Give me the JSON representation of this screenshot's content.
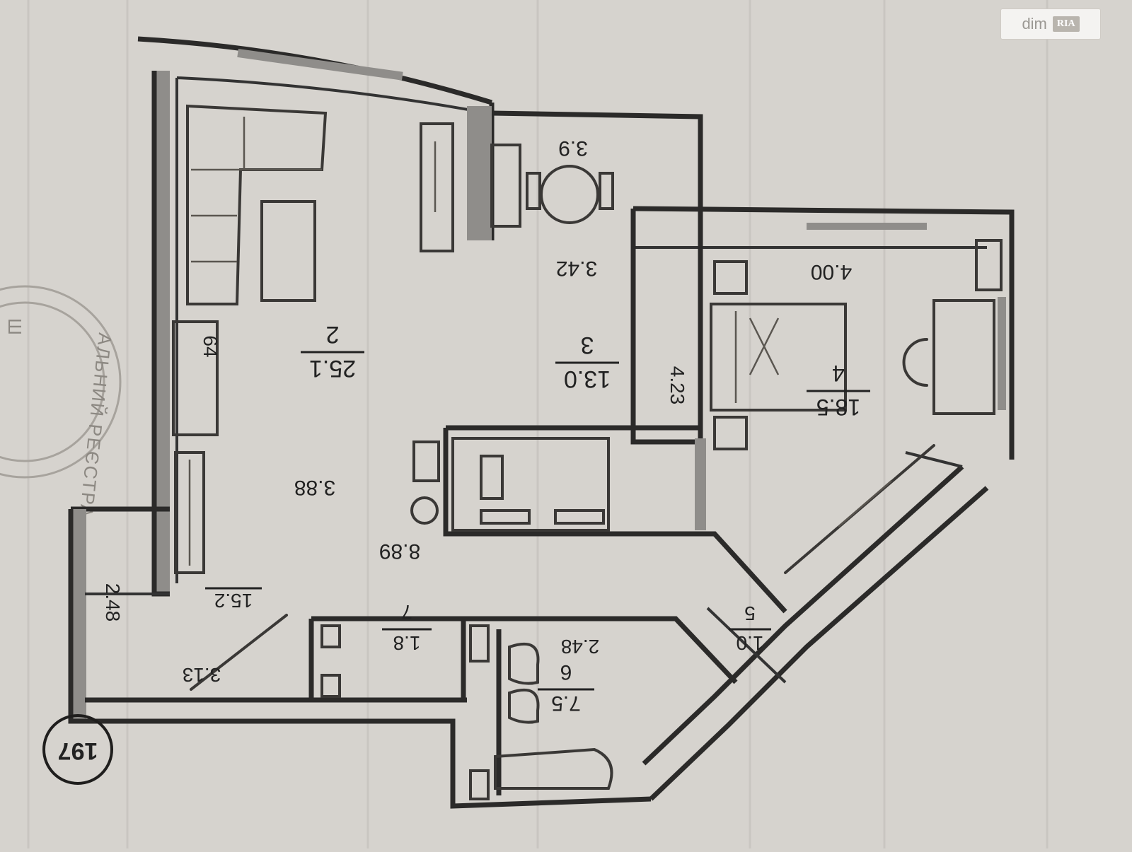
{
  "watermark": {
    "brand": "dim",
    "badge": "RIA"
  },
  "sheet_number": "197",
  "stamp_text": "АЛЬНИЙ РЕЄСТРА",
  "stamp_edge": "Ш",
  "rooms": [
    {
      "id": "2",
      "area": "25.1"
    },
    {
      "id": "3",
      "area": "13.0"
    },
    {
      "id": "4",
      "area": "18.5"
    },
    {
      "id": "5",
      "area": "1.0"
    },
    {
      "id": "6",
      "area": "7.5"
    },
    {
      "id": "7",
      "area": "1.8"
    },
    {
      "area": "15.2"
    }
  ],
  "dimensions": [
    "3.9",
    "3.42",
    "4.00",
    "3.88",
    "8.89",
    "4.23",
    "2.48",
    "2.48",
    "3.13",
    "64"
  ]
}
